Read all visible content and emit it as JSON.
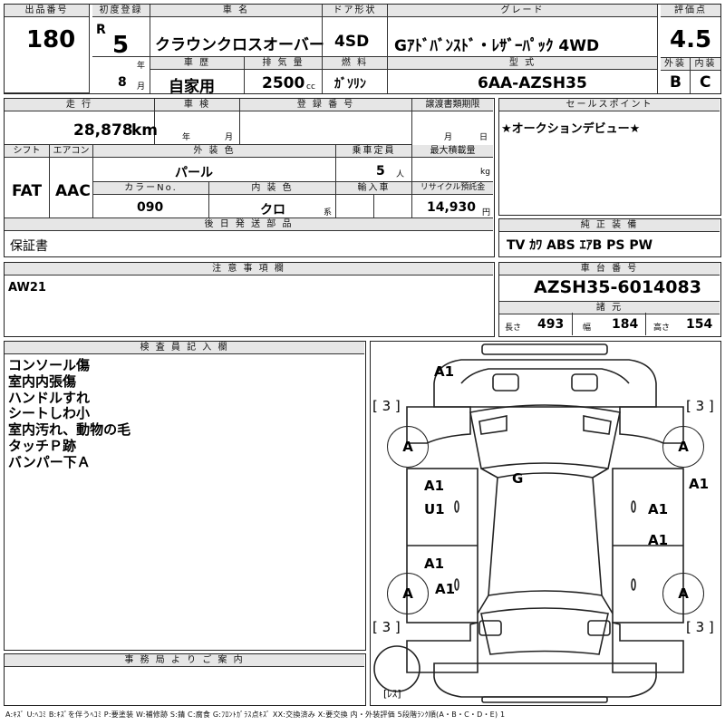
{
  "header": {
    "lot_label": "出品番号",
    "lot_value": "180",
    "first_reg_label": "初度登録",
    "era": "R",
    "year_value": "5",
    "year_unit": "年",
    "month_value": "8",
    "month_unit": "月",
    "car_name_label": "車 名",
    "car_name_value": "クラウンクロスオーバー",
    "door_label": "ドア形状",
    "door_value": "4SD",
    "grade_label": "グレード",
    "grade_value": "Gｱﾄﾞﾊﾞﾝｽﾄﾞ・ﾚｻﾞｰﾊﾟｯｸ 4WD",
    "score_label": "評価点",
    "score_value": "4.5",
    "history_label": "車 歴",
    "history_value": "自家用",
    "displacement_label": "排 気 量",
    "displacement_value": "2500",
    "displacement_unit": "cc",
    "fuel_label": "燃 料",
    "fuel_value": "ｶﾞｿﾘﾝ",
    "model_label": "型 式",
    "model_value": "6AA-AZSH35",
    "exterior_label": "外装",
    "exterior_value": "B",
    "interior_label": "内装",
    "interior_value": "C"
  },
  "row2": {
    "mileage_label": "走 行",
    "mileage_value": "28,878",
    "mileage_unit": "km",
    "inspection_label": "車 検",
    "inspection_year_unit": "年",
    "inspection_month_unit": "月",
    "reg_label": "登 録 番 号",
    "transfer_label": "譲渡書類期限",
    "transfer_month_unit": "月",
    "transfer_day_unit": "日",
    "shift_label": "シフト",
    "shift_value": "FAT",
    "ac_label": "エアコン",
    "ac_value": "AAC",
    "color_label": "外 装 色",
    "color_value": "パール",
    "capacity_label": "乗車定員",
    "capacity_value": "5",
    "capacity_unit": "人",
    "load_label": "最大積載量",
    "load_unit": "kg",
    "color_no_label": "カラーNo.",
    "color_no_value": "090",
    "int_color_label": "内 装 色",
    "int_color_value": "クロ",
    "int_color_unit": "系",
    "import_label": "輸入車",
    "recycle_label": "リサイクル預託金",
    "recycle_value": "14,930",
    "recycle_unit": "円",
    "later_label": "後 日 発 送 部 品",
    "later_value": "保証書"
  },
  "sales": {
    "label": "セールスポイント",
    "value": "★オークションデビュー★"
  },
  "equipment": {
    "label": "純 正 装 備",
    "value": "TV ｶﾜ ABS ｴｱB PS PW"
  },
  "notes": {
    "label": "注 意 事 項 欄",
    "value": "AW21"
  },
  "chassis": {
    "label": "車 台 番 号",
    "value": "AZSH35-6014083",
    "spec_label": "諸 元",
    "length_label": "長さ",
    "length_value": "493",
    "width_label": "幅",
    "width_value": "184",
    "height_label": "高さ",
    "height_value": "154"
  },
  "inspector": {
    "label": "検 査 員 記 入 欄",
    "lines": [
      "コンソール傷",
      "室内内張傷",
      "ハンドルすれ",
      "シートしわ小",
      "室内汚れ、動物の毛",
      "タッチＰ跡",
      "バンパー下Ａ"
    ]
  },
  "office": {
    "label": "事 務 局 よ り ご 案 内"
  },
  "diagram": {
    "marks": {
      "front_bumper": "A1",
      "hood": "G",
      "left_front_fender": "A1",
      "left_front_door": "U1",
      "left_rear_door": "A1",
      "left_rear_fender": "A1",
      "right_front_fender": "A1",
      "right_front_door": "A1",
      "right_rear_door": "A1",
      "tire_lf": "A",
      "tire_rf": "A",
      "tire_lr": "A",
      "tire_rr": "A",
      "tread_lf": "[ 3 ]",
      "tread_rf": "[ 3 ]",
      "tread_lr": "[ 3 ]",
      "tread_rr": "[ 3 ]",
      "spare": "[ﾚｽ]"
    }
  },
  "legend": "A:ｷｽﾞ U:ﾍｺﾐ B:ｷｽﾞを伴うﾍｺﾐ P:要塗装 W:補修跡 S:錆 C:腐食 G:ﾌﾛﾝﾄｶﾞﾗｽ点ｷｽﾞ XX:交換済み X:要交換 内・外装評価 5段階ﾗﾝｸ順(A・B・C・D・E) 1"
}
